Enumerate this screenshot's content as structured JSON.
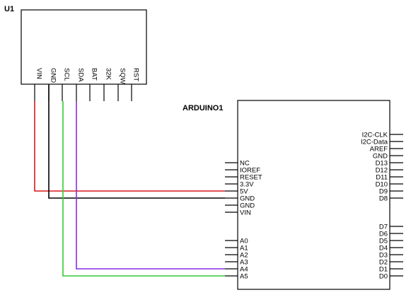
{
  "u1": {
    "label": "U1",
    "pins": [
      "VIN",
      "GND",
      "SCL",
      "SDA",
      "BAT",
      "32K",
      "SQW",
      "RST"
    ]
  },
  "arduino": {
    "label": "ARDUINO1",
    "left_pins": [
      "NC",
      "IOREF",
      "RESET",
      "3.3V",
      "5V",
      "GND",
      "GND",
      "VIN",
      "A0",
      "A1",
      "A2",
      "A3",
      "A4",
      "A5"
    ],
    "right_pins": [
      "I2C-CLK",
      "I2C-Data",
      "AREF",
      "GND",
      "D13",
      "D12",
      "D11",
      "D10",
      "D9",
      "D8",
      "D7",
      "D6",
      "D5",
      "D4",
      "D3",
      "D2",
      "D1",
      "D0"
    ]
  },
  "wires": [
    {
      "name": "wire-vin-5v",
      "from": "VIN",
      "to": "5V",
      "color": "#d7191c"
    },
    {
      "name": "wire-gnd-gnd",
      "from": "GND",
      "to": "GND",
      "color": "#000000"
    },
    {
      "name": "wire-scl-a5",
      "from": "SCL",
      "to": "A5",
      "color": "#33cc33"
    },
    {
      "name": "wire-sda-a4",
      "from": "SDA",
      "to": "A4",
      "color": "#8a2be2"
    }
  ]
}
